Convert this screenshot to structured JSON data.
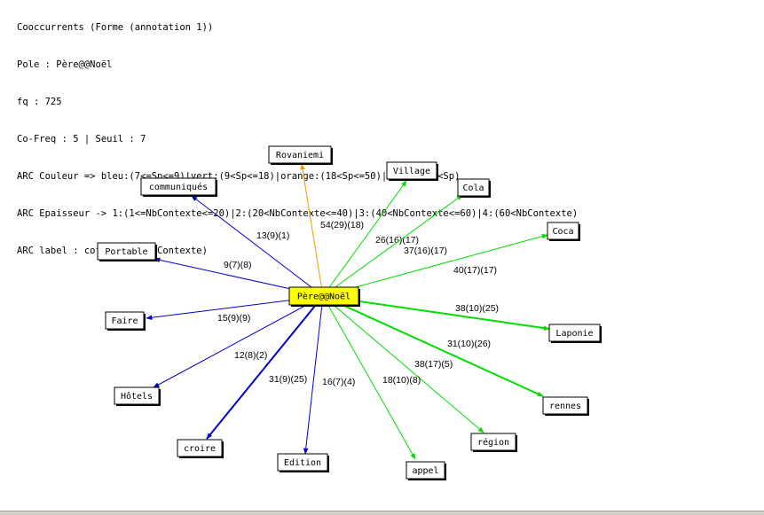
{
  "header": {
    "line1": "Cooccurrents (Forme (annotation 1))",
    "line2": "Pole : Père@@Noël",
    "line3": "fq : 725",
    "line4": "Co-Freq : 5 | Seuil : 7",
    "line5": "ARC Couleur => bleu:(7<=Sp<=9)|vert:(9<Sp<=18)|orange:(18<Sp<=50)|rouge:(50<Sp)",
    "line6": "ARC Epaisseur -> 1:(1<=NbContexte<=20)|2:(20<NbContexte<=40)|3:(40<NbContexte<=60)|4:(60<NbContexte)",
    "line7": "ARC label : cofreq(Sp)(nbContexte)"
  },
  "colors": {
    "bleu": "#0000cc",
    "vert": "#00dd00",
    "orange": "#f0a000",
    "pole_fill": "#ffff00"
  },
  "diagram": {
    "center": {
      "label": "Père@@Noël"
    },
    "nodes": [
      {
        "id": "rovaniemi",
        "label": "Rovaniemi",
        "edge_label": "54(29)(18)",
        "color": "orange",
        "weight": 1
      },
      {
        "id": "village",
        "label": "Village",
        "edge_label": "26(16)(17)",
        "color": "vert",
        "weight": 1
      },
      {
        "id": "cola",
        "label": "Cola",
        "edge_label": "37(16)(17)",
        "color": "vert",
        "weight": 1
      },
      {
        "id": "coca",
        "label": "Coca",
        "edge_label": "40(17)(17)",
        "color": "vert",
        "weight": 1
      },
      {
        "id": "laponie",
        "label": "Laponie",
        "edge_label": "38(10)(25)",
        "color": "vert",
        "weight": 2
      },
      {
        "id": "rennes",
        "label": "rennes",
        "edge_label": "31(10)(26)",
        "color": "vert",
        "weight": 2
      },
      {
        "id": "region",
        "label": "région",
        "edge_label": "38(17)(5)",
        "color": "vert",
        "weight": 1
      },
      {
        "id": "appel",
        "label": "appel",
        "edge_label": "18(10)(8)",
        "color": "vert",
        "weight": 1
      },
      {
        "id": "edition",
        "label": "Edition",
        "edge_label": "16(7)(4)",
        "color": "bleu",
        "weight": 1
      },
      {
        "id": "croire",
        "label": "croire",
        "edge_label": "31(9)(25)",
        "color": "bleu",
        "weight": 2
      },
      {
        "id": "hotels",
        "label": "Hôtels",
        "edge_label": "12(8)(2)",
        "color": "bleu",
        "weight": 1
      },
      {
        "id": "faire",
        "label": "Faire",
        "edge_label": "15(9)(9)",
        "color": "bleu",
        "weight": 1
      },
      {
        "id": "portable",
        "label": "Portable",
        "edge_label": "9(7)(8)",
        "color": "bleu",
        "weight": 1
      },
      {
        "id": "communiques",
        "label": "communiqués",
        "edge_label": "13(9)(1)",
        "color": "bleu",
        "weight": 1
      }
    ]
  }
}
